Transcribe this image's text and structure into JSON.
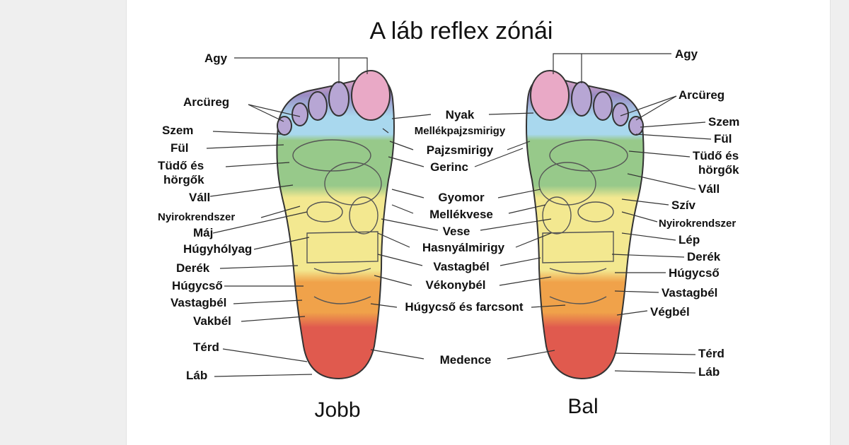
{
  "title": "A láb reflex zónái",
  "feet": {
    "right_label": "Jobb",
    "left_label": "Bal"
  },
  "labels": {
    "right_outer": [
      "Agy",
      "Arcüreg",
      "Szem",
      "Fül",
      "Tüdő és",
      "hörgők",
      "Váll",
      "Nyirokrendszer",
      "Máj",
      "Húgyhólyag",
      "Derék",
      "Húgycső",
      "Vastagbél",
      "Vakbél",
      "Térd",
      "Láb"
    ],
    "center": [
      "Nyak",
      "Mellékpajzsmirigy",
      "Pajzsmirigy",
      "Gerinc",
      "Gyomor",
      "Mellékvese",
      "Vese",
      "Hasnyálmirigy",
      "Vastagbél",
      "Vékonybél",
      "Húgycső és farcsont",
      "Medence"
    ],
    "left_outer": [
      "Agy",
      "Arcüreg",
      "Szem",
      "Fül",
      "Tüdő és",
      "hörgők",
      "Váll",
      "Szív",
      "Nyirokrendszer",
      "Lép",
      "Derék",
      "Húgycső",
      "Vastagbél",
      "Végbél",
      "Térd",
      "Láb"
    ]
  },
  "zone_colors": {
    "pink": "#e9a9c6",
    "purple": "#9a8cc4",
    "light_blue": "#a9d8ee",
    "green": "#97c98a",
    "yellow": "#f3e890",
    "orange": "#f0a24a",
    "red": "#e05a4e"
  }
}
